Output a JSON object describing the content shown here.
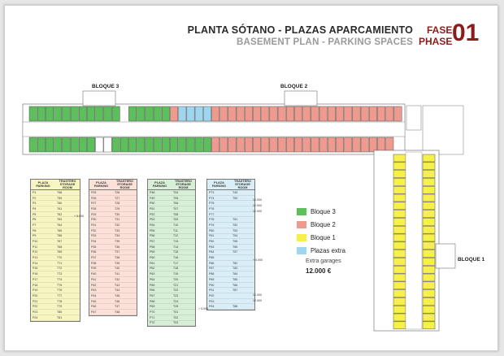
{
  "title": {
    "es": "PLANTA SÓTANO - PLAZAS APARCAMIENTO",
    "en": "BASEMENT PLAN - PARKING SPACES"
  },
  "phase": {
    "es": "FASE",
    "en": "PHASE",
    "number": "01"
  },
  "blocks": {
    "b3": "BLOQUE 3",
    "b2": "BLOQUE 2",
    "b1": "BLOQUE 1"
  },
  "colors": {
    "bloque3": "#5cbf5c",
    "bloque2": "#ef9a8e",
    "bloque1": "#f7ef4a",
    "extra": "#9ed5ef",
    "t1": "#f7f6c2",
    "t2": "#fbe1d8",
    "t3": "#d7eed7",
    "t4": "#d9eef7"
  },
  "legend": {
    "items": [
      "Bloque 3",
      "Bloque 2",
      "Bloque 1",
      "Plazas extra"
    ],
    "note": "Extra garages",
    "price": "12.000 €"
  },
  "table_header": {
    "plaza": "PLAZA",
    "parking": "PARKING",
    "trastero": "TRASTERO",
    "storage": "STORAGE ROOM"
  },
  "tables": [
    {
      "rows": [
        [
          "P1",
          "T58"
        ],
        [
          "P2",
          "T59"
        ],
        [
          "P3",
          "T60"
        ],
        [
          "P4",
          "T61"
        ],
        [
          "P5",
          "T62"
        ],
        [
          "P6",
          "T63"
        ],
        [
          "P7",
          "T64"
        ],
        [
          "P8",
          "T65"
        ],
        [
          "P9",
          "T66"
        ],
        [
          "P10",
          "T67"
        ],
        [
          "P11",
          "T68"
        ],
        [
          "P12",
          "T69"
        ],
        [
          "P13",
          "T70"
        ],
        [
          "P14",
          "T71"
        ],
        [
          "P15",
          "T72"
        ],
        [
          "P16",
          "T73"
        ],
        [
          "P17",
          "T74"
        ],
        [
          "P18",
          "T75"
        ],
        [
          "P19",
          "T76"
        ],
        [
          "P20",
          "T77"
        ],
        [
          "P21",
          "T78"
        ],
        [
          "P22",
          "T79"
        ],
        [
          "P23",
          "T80"
        ],
        [
          "P24",
          "T81"
        ]
      ]
    },
    {
      "rows": [
        [
          "P25",
          "T26"
        ],
        [
          "P26",
          "T27"
        ],
        [
          "P27",
          "T28"
        ],
        [
          "P28",
          "T29"
        ],
        [
          "P29",
          "T30"
        ],
        [
          "P30",
          "T31"
        ],
        [
          "P31",
          "T32"
        ],
        [
          "P32",
          "T33"
        ],
        [
          "P33",
          "T34"
        ],
        [
          "P34",
          "T35"
        ],
        [
          "P35",
          "T36"
        ],
        [
          "P36",
          "T37"
        ],
        [
          "P37",
          "T38"
        ],
        [
          "P38",
          "T39"
        ],
        [
          "P39",
          "T40"
        ],
        [
          "P40",
          "T41"
        ],
        [
          "P41",
          "T42"
        ],
        [
          "P42",
          "T43"
        ],
        [
          "P43",
          "T44"
        ],
        [
          "P44",
          "T45"
        ],
        [
          "P45",
          "T46"
        ],
        [
          "P46",
          "T47"
        ],
        [
          "P47",
          "T48"
        ]
      ]
    },
    {
      "rows": [
        [
          "P48",
          "T04"
        ],
        [
          "P49",
          "T05"
        ],
        [
          "P50",
          "T06"
        ],
        [
          "P51",
          "T07"
        ],
        [
          "P52",
          "T08"
        ],
        [
          "P53",
          "T09"
        ],
        [
          "P54",
          "T10"
        ],
        [
          "P55",
          "T11"
        ],
        [
          "P56",
          "T12"
        ],
        [
          "P57",
          "T13"
        ],
        [
          "P58",
          "T14"
        ],
        [
          "P59",
          "T15"
        ],
        [
          "P60",
          "T16"
        ],
        [
          "P61",
          "T17"
        ],
        [
          "P62",
          "T18"
        ],
        [
          "P63",
          "T19"
        ],
        [
          "P64",
          "T20"
        ],
        [
          "P65",
          "T21"
        ],
        [
          "P66",
          "T22"
        ],
        [
          "P67",
          "T23"
        ],
        [
          "P68",
          "T24"
        ],
        [
          "P69",
          "T25"
        ],
        [
          "P70",
          "T01"
        ],
        [
          "P71",
          "T02"
        ],
        [
          "P72",
          "T03"
        ]
      ]
    },
    {
      "rows": [
        [
          "P73",
          "T49"
        ],
        [
          "P74",
          "T50"
        ],
        [
          "P75",
          ""
        ],
        [
          "P76",
          ""
        ],
        [
          "P77",
          ""
        ],
        [
          "P78",
          "T51"
        ],
        [
          "P79",
          "T52"
        ],
        [
          "P80",
          "T53"
        ],
        [
          "P81",
          "T54"
        ],
        [
          "P82",
          "T55"
        ],
        [
          "P83",
          "T56"
        ],
        [
          "P84",
          "T57"
        ],
        [
          "P85",
          ""
        ],
        [
          "P86",
          "T82"
        ],
        [
          "P87",
          "T83"
        ],
        [
          "P88",
          "T84"
        ],
        [
          "P89",
          "T85"
        ],
        [
          "P90",
          "T86"
        ],
        [
          "P91",
          "T87"
        ],
        [
          "P92",
          ""
        ],
        [
          "P93",
          ""
        ],
        [
          "P94",
          "T88"
        ]
      ]
    }
  ],
  "side_notes": {
    "n5000": "+ 5.000",
    "n12000": "12.000"
  }
}
